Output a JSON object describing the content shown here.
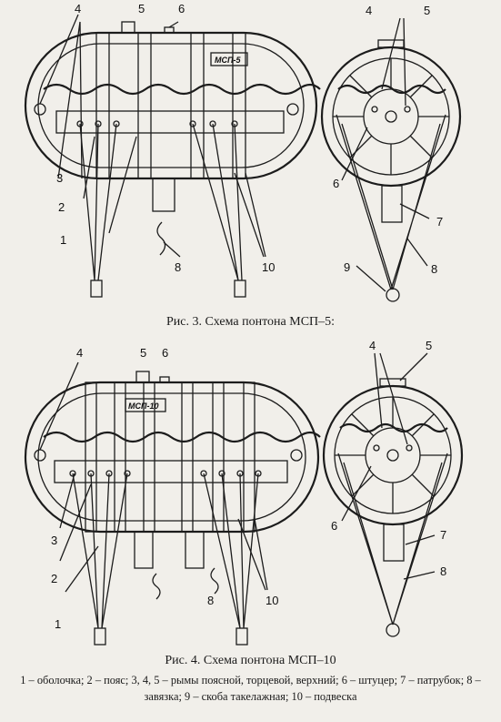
{
  "figure3": {
    "caption": "Рис. 3.  Схема понтона МСП–5:",
    "plate": "МСП-5",
    "labels": {
      "l1": "1",
      "l2": "2",
      "l3": "3",
      "l4": "4",
      "l5": "5",
      "l6": "6",
      "l7": "7",
      "l8": "8",
      "l9": "9",
      "l10": "10"
    },
    "side_labels": {
      "l4": "4",
      "l5": "5",
      "l6": "6",
      "l7": "7",
      "l8": "8",
      "l9": "9"
    }
  },
  "figure4": {
    "caption": "Рис. 4.  Схема понтона МСП–10",
    "plate": "МСП-10",
    "labels": {
      "l1": "1",
      "l2": "2",
      "l3": "3",
      "l4": "4",
      "l5": "5",
      "l6": "6",
      "l8": "8",
      "l10": "10"
    },
    "side_labels": {
      "l4": "4",
      "l5": "5",
      "l6": "6",
      "l7": "7",
      "l8": "8"
    }
  },
  "legend": "1 – оболочка; 2 – пояс; 3, 4, 5 – рымы поясной, торцевой, верхний; 6 – штуцер; 7 – патрубок; 8 – завязка; 9 – скоба такелажная; 10 – подвеска"
}
